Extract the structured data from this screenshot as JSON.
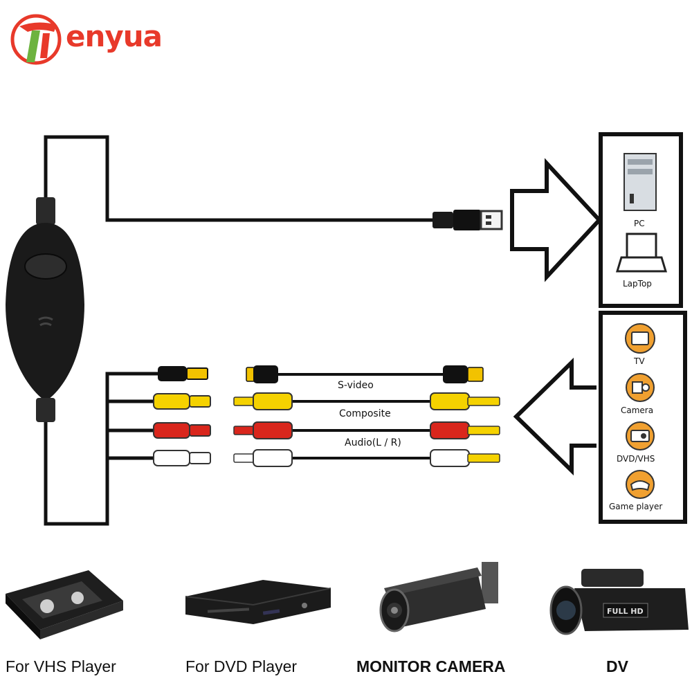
{
  "brand": {
    "logo_text": "enyua"
  },
  "inputs": {
    "cables": [
      {
        "label": "S-video"
      },
      {
        "label": "Composite"
      },
      {
        "label": "Audio(L / R)"
      }
    ]
  },
  "output_targets": [
    {
      "label": "PC",
      "icon": "pc-tower-icon"
    },
    {
      "label": "LapTop",
      "icon": "laptop-icon"
    }
  ],
  "source_devices": [
    {
      "label": "TV",
      "icon": "tv-icon"
    },
    {
      "label": "Camera",
      "icon": "camera-icon"
    },
    {
      "label": "DVD/VHS",
      "icon": "dvd-vhs-icon"
    },
    {
      "label": "Game player",
      "icon": "game-player-icon"
    }
  ],
  "products": [
    {
      "label": "For VHS Player"
    },
    {
      "label": "For DVD Player"
    },
    {
      "label": "MONITOR CAMERA"
    },
    {
      "label": "DV"
    }
  ],
  "dv_badge": "FULL HD",
  "colors": {
    "brand_red": "#e8392a",
    "brand_green": "#6db33f",
    "plug_yellow": "#f5d200",
    "plug_red": "#d9261c",
    "icon_orange": "#f0a030"
  }
}
